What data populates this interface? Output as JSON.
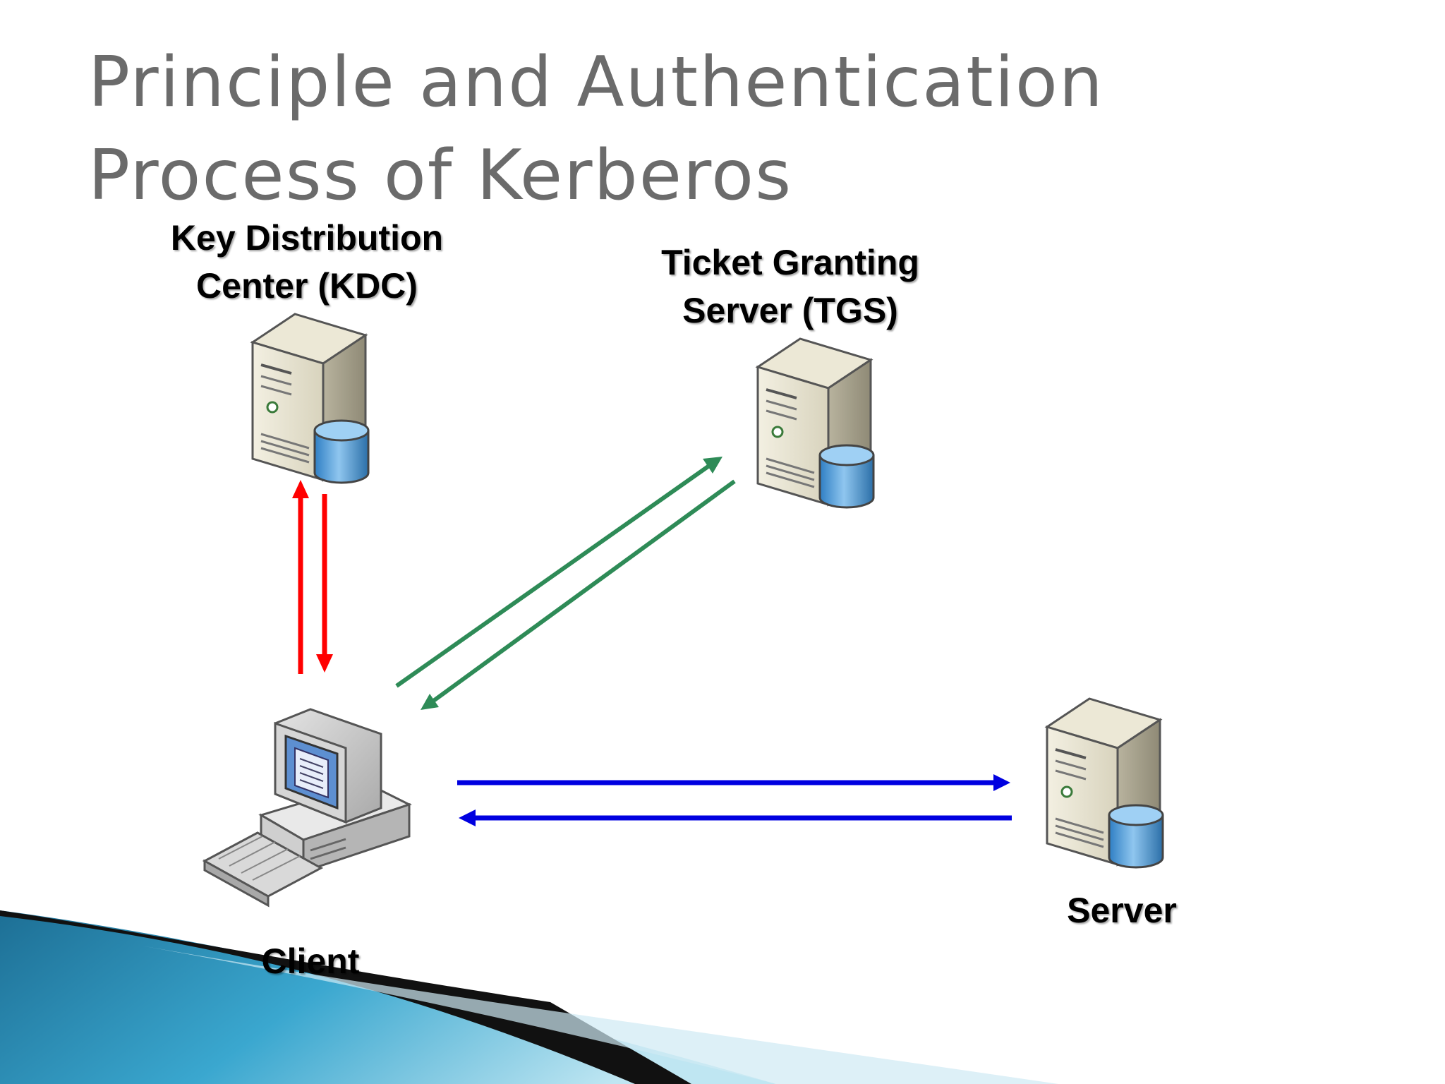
{
  "slide": {
    "title_line_1": "Principle and Authentication",
    "title_line_2": "Process of Kerberos"
  },
  "nodes": {
    "kdc": {
      "label_line_1": "Key Distribution",
      "label_line_2": "Center (KDC)",
      "icon": "server-icon"
    },
    "tgs": {
      "label_line_1": "Ticket Granting",
      "label_line_2": "Server (TGS)",
      "icon": "server-icon"
    },
    "client": {
      "label": "Client",
      "icon": "computer-icon"
    },
    "server": {
      "label": "Server",
      "icon": "server-icon"
    }
  },
  "arrows": [
    {
      "from": "client",
      "to": "kdc",
      "color": "#ff0000"
    },
    {
      "from": "kdc",
      "to": "client",
      "color": "#ff0000"
    },
    {
      "from": "client",
      "to": "tgs",
      "color": "#2e8b57"
    },
    {
      "from": "tgs",
      "to": "client",
      "color": "#2e8b57"
    },
    {
      "from": "client",
      "to": "server",
      "color": "#0000e0"
    },
    {
      "from": "server",
      "to": "client",
      "color": "#0000e0"
    }
  ],
  "colors": {
    "title": "#6b6b6b",
    "decoration_blue": "#2a8fb8",
    "decoration_black": "#111111"
  }
}
